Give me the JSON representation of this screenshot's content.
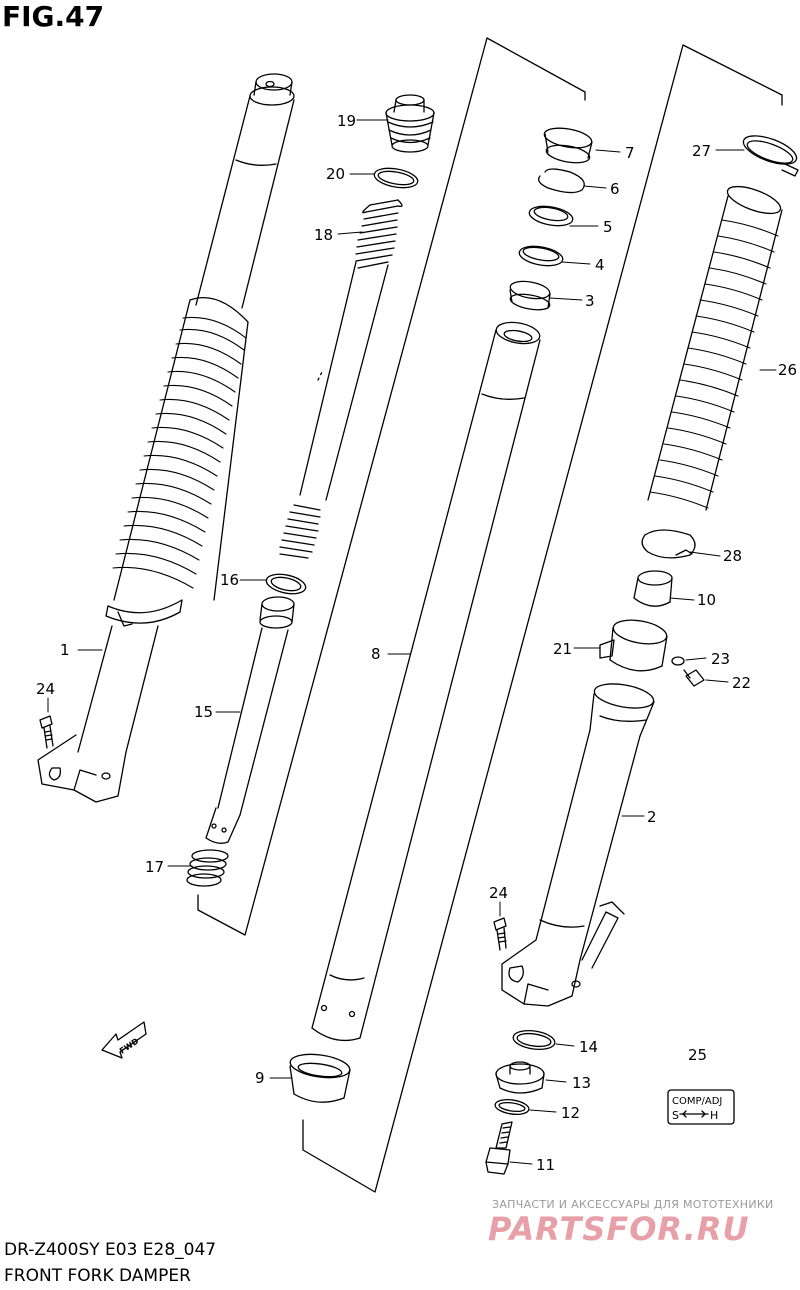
{
  "figure": {
    "title": "FIG.47",
    "model_code": "DR-Z400SY E03 E28_047",
    "part_name": "FRONT FORK DAMPER"
  },
  "callouts": {
    "c1": "1",
    "c2": "2",
    "c3": "3",
    "c4": "4",
    "c5": "5",
    "c6": "6",
    "c7": "7",
    "c8": "8",
    "c9": "9",
    "c10": "10",
    "c11": "11",
    "c12": "12",
    "c13": "13",
    "c14": "14",
    "c15": "15",
    "c16": "16",
    "c17": "17",
    "c18": "18",
    "c19": "19",
    "c20": "20",
    "c21": "21",
    "c22": "22",
    "c23": "23",
    "c24a": "24",
    "c24b": "24",
    "c25": "25",
    "c26": "26",
    "c27": "27",
    "c28": "28"
  },
  "badge": {
    "line1": "COMP/ADJ",
    "line2_left": "S",
    "line2_right": "H"
  },
  "arrow": {
    "label": "FWD"
  },
  "watermark": {
    "tagline": "ЗАПЧАСТИ И АКСЕССУАРЫ ДЛЯ МОТОТЕХНИКИ",
    "brand": "PARTSFOR.RU"
  }
}
